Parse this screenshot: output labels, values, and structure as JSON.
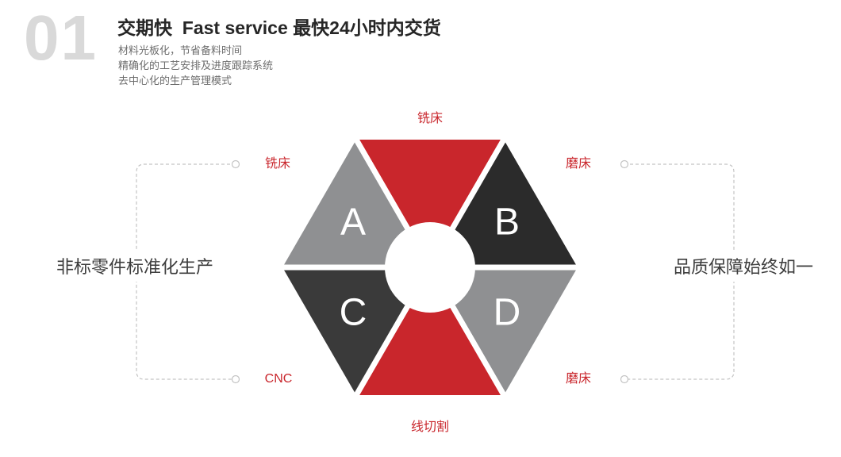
{
  "header": {
    "number": "01",
    "title": "交期快  Fast service 最快24小时内交货",
    "points": [
      "材料光板化，节省备料时间",
      "精确化的工艺安排及进度跟踪系统",
      "去中心化的生产管理模式"
    ]
  },
  "diagram": {
    "letters": {
      "a": "A",
      "b": "B",
      "c": "C",
      "d": "D"
    },
    "labels": {
      "top": "铣床",
      "left_top": "铣床",
      "right_top": "磨床",
      "left_bottom": "CNC",
      "right_bottom": "磨床",
      "bottom": "线切割"
    }
  },
  "sides": {
    "left": "非标零件标准化生产",
    "right": "品质保障始终如一"
  },
  "colors": {
    "red": "#c9262c",
    "dark": "#2b2b2b",
    "charcoal": "#3a3a3a",
    "gray": "#8f9092",
    "label_red": "#c9262c",
    "connector_gray": "#c3c3c3"
  }
}
